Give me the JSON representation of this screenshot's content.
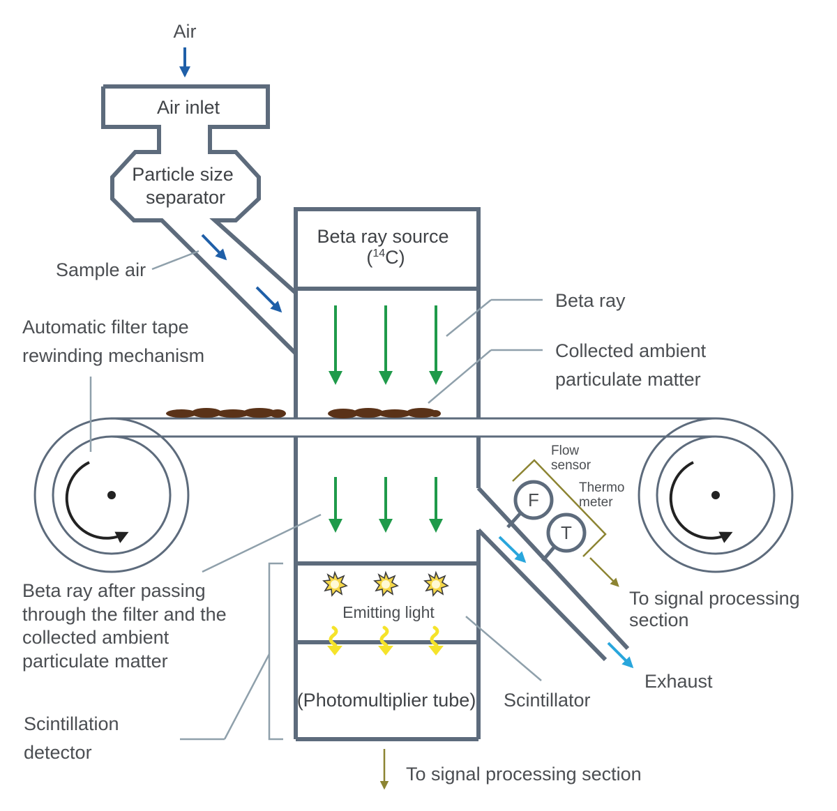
{
  "labels": {
    "air": "Air",
    "air_inlet": "Air inlet",
    "particle_size_separator": [
      "Particle size",
      "separator"
    ],
    "sample_air": "Sample air",
    "beta_ray_source": "Beta ray source",
    "beta_ray_source_isotope_open": "(",
    "beta_ray_source_isotope_mass": "14",
    "beta_ray_source_isotope_close": "C)",
    "beta_ray": "Beta ray",
    "collected_matter": [
      "Collected ambient",
      "particulate matter"
    ],
    "filter_tape_mechanism": [
      "Automatic filter tape",
      "rewinding mechanism"
    ],
    "flow_sensor": [
      "Flow",
      "sensor"
    ],
    "thermometer": [
      "Thermo",
      "meter"
    ],
    "flow_gauge_letter": "F",
    "thermo_gauge_letter": "T",
    "signal_processing_right": [
      "To signal processing",
      "section"
    ],
    "exhaust": "Exhaust",
    "beta_ray_after": [
      "Beta ray after passing",
      "through the filter and the",
      "collected ambient",
      "particulate matter"
    ],
    "emitting_light": "Emitting light",
    "photomultiplier_tube": "(Photomultiplier tube)",
    "scintillator": "Scintillator",
    "scintillation_detector": [
      "Scintillation",
      "detector"
    ],
    "signal_processing_bottom": "To signal processing section"
  },
  "colors": {
    "structure": "#5d6b7c",
    "label_text": "#4b4e52",
    "leader_line": "#8fa0ab",
    "air_arrow": "#1f5fa8",
    "beta_arrow": "#1f9a4a",
    "exhaust_arrow": "#29a6dc",
    "signal_arrow": "#8c8432",
    "particulate": "#5a3218",
    "light_burst": "#f6d84a",
    "light_wave": "#f5e32a",
    "reel_arrow": "#222222"
  },
  "icons": [
    "rotation-arrow-icon",
    "light-burst-icon",
    "light-wave-icon",
    "down-arrow-icon"
  ]
}
